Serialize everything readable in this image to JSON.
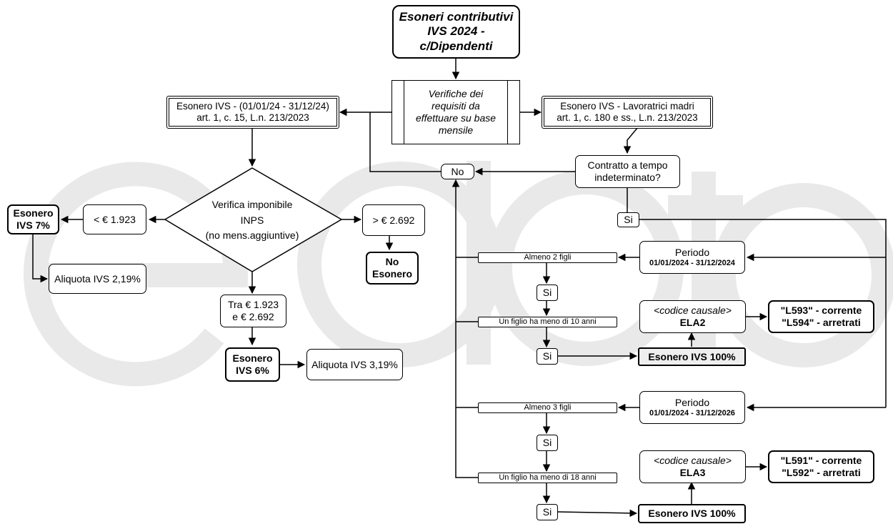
{
  "title": [
    "Esoneri contributivi",
    "IVS 2024 -",
    "c/Dipendenti"
  ],
  "verifiche": [
    "Verifiche dei",
    "requisiti da",
    "effettuare su base",
    "mensile"
  ],
  "left_branch": {
    "header": [
      "Esonero IVS - (01/01/24 - 31/12/24)",
      "art. 1, c. 15, L.n. 213/2023"
    ],
    "decision": [
      "Verifica imponibile",
      "INPS",
      "(no mens.aggiuntive)"
    ],
    "low": "< € 1.923",
    "high": "> € 2.692",
    "mid": [
      "Tra € 1.923",
      "e € 2.692"
    ],
    "esonero7": [
      "Esonero",
      "IVS 7%"
    ],
    "aliquota7": "Aliquota IVS 2,19%",
    "no_esonero": [
      "No",
      "Esonero"
    ],
    "esonero6": [
      "Esonero",
      "IVS 6%"
    ],
    "aliquota6": "Aliquota IVS 3,19%"
  },
  "right_branch": {
    "header": [
      "Esonero IVS - Lavoratrici madri",
      "art. 1, c. 180 e ss., L.n. 213/2023"
    ],
    "contratto": [
      "Contratto a tempo",
      "indeterminato?"
    ],
    "no": "No",
    "si": "Si",
    "group1": {
      "periodo_label": "Periodo",
      "periodo_dates": "01/01/2024 - 31/12/2024",
      "cond1": "Almeno 2 figli",
      "si1": "Si",
      "cond2": "Un figlio ha meno di 10 anni",
      "si2": "Si",
      "codice_label": "<codice causale>",
      "codice": "ELA2",
      "codes": [
        "\"L593\" - corrente",
        "\"L594\" - arretrati"
      ],
      "esonero": "Esonero IVS 100%"
    },
    "group2": {
      "periodo_label": "Periodo",
      "periodo_dates": "01/01/2024 - 31/12/2026",
      "cond1": "Almeno 3 figli",
      "si1": "Si",
      "cond2": "Un figlio ha meno di 18 anni",
      "si2": "Si",
      "codice_label": "<codice causale>",
      "codice": "ELA3",
      "codes": [
        "\"L591\" - corrente",
        "\"L592\" - arretrati"
      ],
      "esonero": "Esonero IVS 100%"
    }
  },
  "watermark": "edotto",
  "colors": {
    "line": "#000000",
    "watermark": "#e9e9e9",
    "highlight": "#eeeeee"
  }
}
